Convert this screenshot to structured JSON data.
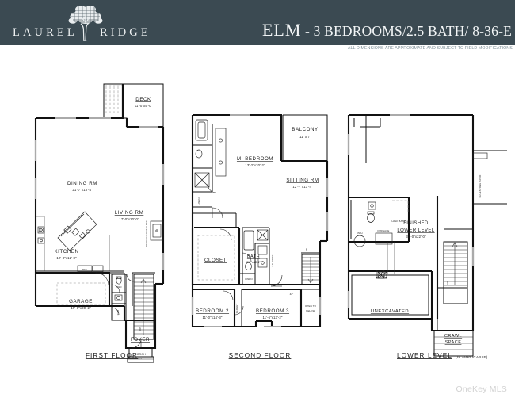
{
  "header": {
    "brand_left": "LAUREL",
    "brand_right": "RIDGE",
    "logo_icon": "tree-icon",
    "title_model": "ELM",
    "title_dash": "-",
    "title_details": "3 BEDROOMS/2.5 BATH/ 8-36-E",
    "disclaimer": "ALL DIMENSIONS ARE APPROXIMATE AND SUBJECT TO FIELD MODIFICATIONS",
    "bg_color": "#3b4a52",
    "text_color": "#f2f5f6"
  },
  "footer": {
    "watermark": "OneKey MLS"
  },
  "plans": {
    "first_floor": {
      "title": "FIRST  FLOOR",
      "rooms": [
        {
          "name": "DECK",
          "dim": "11'-0\"x5'-0\""
        },
        {
          "name": "DINING  RM",
          "dim": "21'-7\"x13'-4\""
        },
        {
          "name": "LIVING  RM",
          "dim": "17'-0\"x20'-0\""
        },
        {
          "name": "KITCHEN",
          "dim": "12'-8\"x12'-8\""
        },
        {
          "name": "GARAGE",
          "dim": "19'-8\"x20'-2\""
        },
        {
          "name": "FOYER",
          "dim": ""
        },
        {
          "name": "PORCH",
          "dim": "8'-5\""
        }
      ],
      "annotations": [
        "OPTIONAL FIREPLACE",
        "REF",
        "DW",
        "PWD",
        "CLO",
        "UP"
      ]
    },
    "second_floor": {
      "title": "SECOND  FLOOR",
      "rooms": [
        {
          "name": "BALCONY",
          "dim": "11' x 7'"
        },
        {
          "name": "M. BEDROOM",
          "dim": "13'-2\"x20'-2\""
        },
        {
          "name": "SITTING  RM",
          "dim": "12'-7\"x13'-4\""
        },
        {
          "name": "CLOSET",
          "dim": ""
        },
        {
          "name": "BATH",
          "dim": "8'0\"x10'4\""
        },
        {
          "name": "BEDROOM  2",
          "dim": "11'-0\"x14'-3\""
        },
        {
          "name": "BEDROOM  3",
          "dim": "11'-6\"x13'-2\""
        }
      ],
      "annotations": [
        "LINEN",
        "LAUNDRY",
        "CLOSET",
        "OPEN TO BELOW",
        "42\"",
        "DN"
      ]
    },
    "lower_level": {
      "title": "LOWER  LEVEL",
      "title_suffix": "(IF  APPLICABLE)",
      "rooms": [
        {
          "name": "FINISHED LOWER LEVEL",
          "dim": "32'-0\"x22'-0\""
        },
        {
          "name": "UNEXCAVATED",
          "dim": ""
        },
        {
          "name": "CRAWL SPACE",
          "dim": ""
        }
      ],
      "annotations": [
        "HALF  BATH",
        "FURNACE",
        "DWH",
        "BLUESTONE PATIO",
        "UP"
      ]
    }
  }
}
